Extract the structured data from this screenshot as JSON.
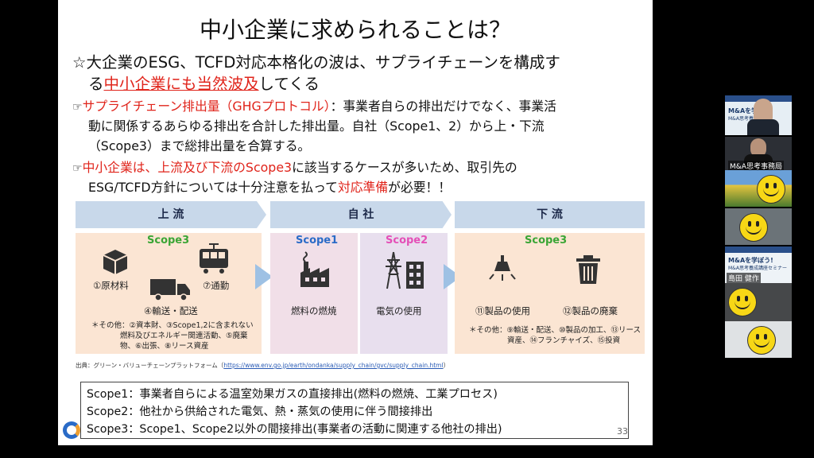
{
  "slide": {
    "title": "中小企業に求められることは？",
    "bullet1": {
      "star": "☆",
      "text_a": "大企業のESG、TCFD対応本格化の波は、サプライチェーンを構成す",
      "text_b_prefix": "る",
      "text_b_red": "中小企業にも当然波及",
      "text_b_suffix": "してくる"
    },
    "point1": {
      "hand": "☞",
      "red": "サプライチェーン排出量（GHGプロトコル）",
      "text1": "：事業者自らの排出だけでなく、事業活",
      "text2": "動に関係するあらゆる排出を合計した排出量。自社（Scope1、2）から上・下流",
      "text3": "（Scope3）まで総排出量を合算する。"
    },
    "point2": {
      "hand": "☞",
      "red": "中小企業は、上流及び下流のScope3",
      "text1": "に該当するケースが多いため、取引先の",
      "text2_a": "ESG/TCFD方針については十分注意を払って",
      "text2_red": "対応準備",
      "text2_b": "が必要！！"
    },
    "diagram": {
      "headers": [
        "上 流",
        "自 社",
        "下 流"
      ],
      "upstream": {
        "scope": "Scope3",
        "items": [
          "①原材料",
          "⑦通勤",
          "④輸送・配送"
        ],
        "note_lines": [
          "＊その他：②資本財、③Scope1,2に含まれない",
          "燃料及びエネルギー関連活動、⑤廃棄",
          "物、⑥出張、⑧リース資産"
        ]
      },
      "own": {
        "scope1": "Scope1",
        "scope1_item": "燃料の燃焼",
        "scope2": "Scope2",
        "scope2_item": "電気の使用"
      },
      "downstream": {
        "scope": "Scope3",
        "items": [
          "⑪製品の使用",
          "⑫製品の廃棄"
        ],
        "note_lines": [
          "＊その他：⑨輸送・配送、⑩製品の加工、⑬リース",
          "資産、⑭フランチャイズ、⑮投資"
        ]
      }
    },
    "source": {
      "prefix": "出典：グリーン・バリューチェーンプラットフォーム（",
      "url": "https://www.env.go.jp/earth/ondanka/supply_chain/gvc/supply_chain.html",
      "suffix": "）"
    },
    "definitions": [
      "Scope1：事業者自らによる温室効果ガスの直接排出(燃料の燃焼、工業プロセス)",
      "Scope2：他社から供給された電気、熱・蒸気の使用に伴う間接排出",
      "Scope3：Scope1、Scope2以外の間接排出(事業者の活動に関連する他社の排出)"
    ],
    "page_number": "33"
  },
  "participants": {
    "tile2_name": "M&A思考事務局",
    "tile5_banner": "M&Aを学ぼう!",
    "tile5_sub": "M&A思考養成講座セミナー",
    "tile5_name": "島田 健作",
    "tile1_banner": "M&Aを学ぼ",
    "tile1_sub": "M&A思考養成講座セ"
  },
  "colors": {
    "red": "#e0241b",
    "scope3": "#3aa535",
    "scope1": "#2a6bc7",
    "scope2": "#e44fb7"
  }
}
